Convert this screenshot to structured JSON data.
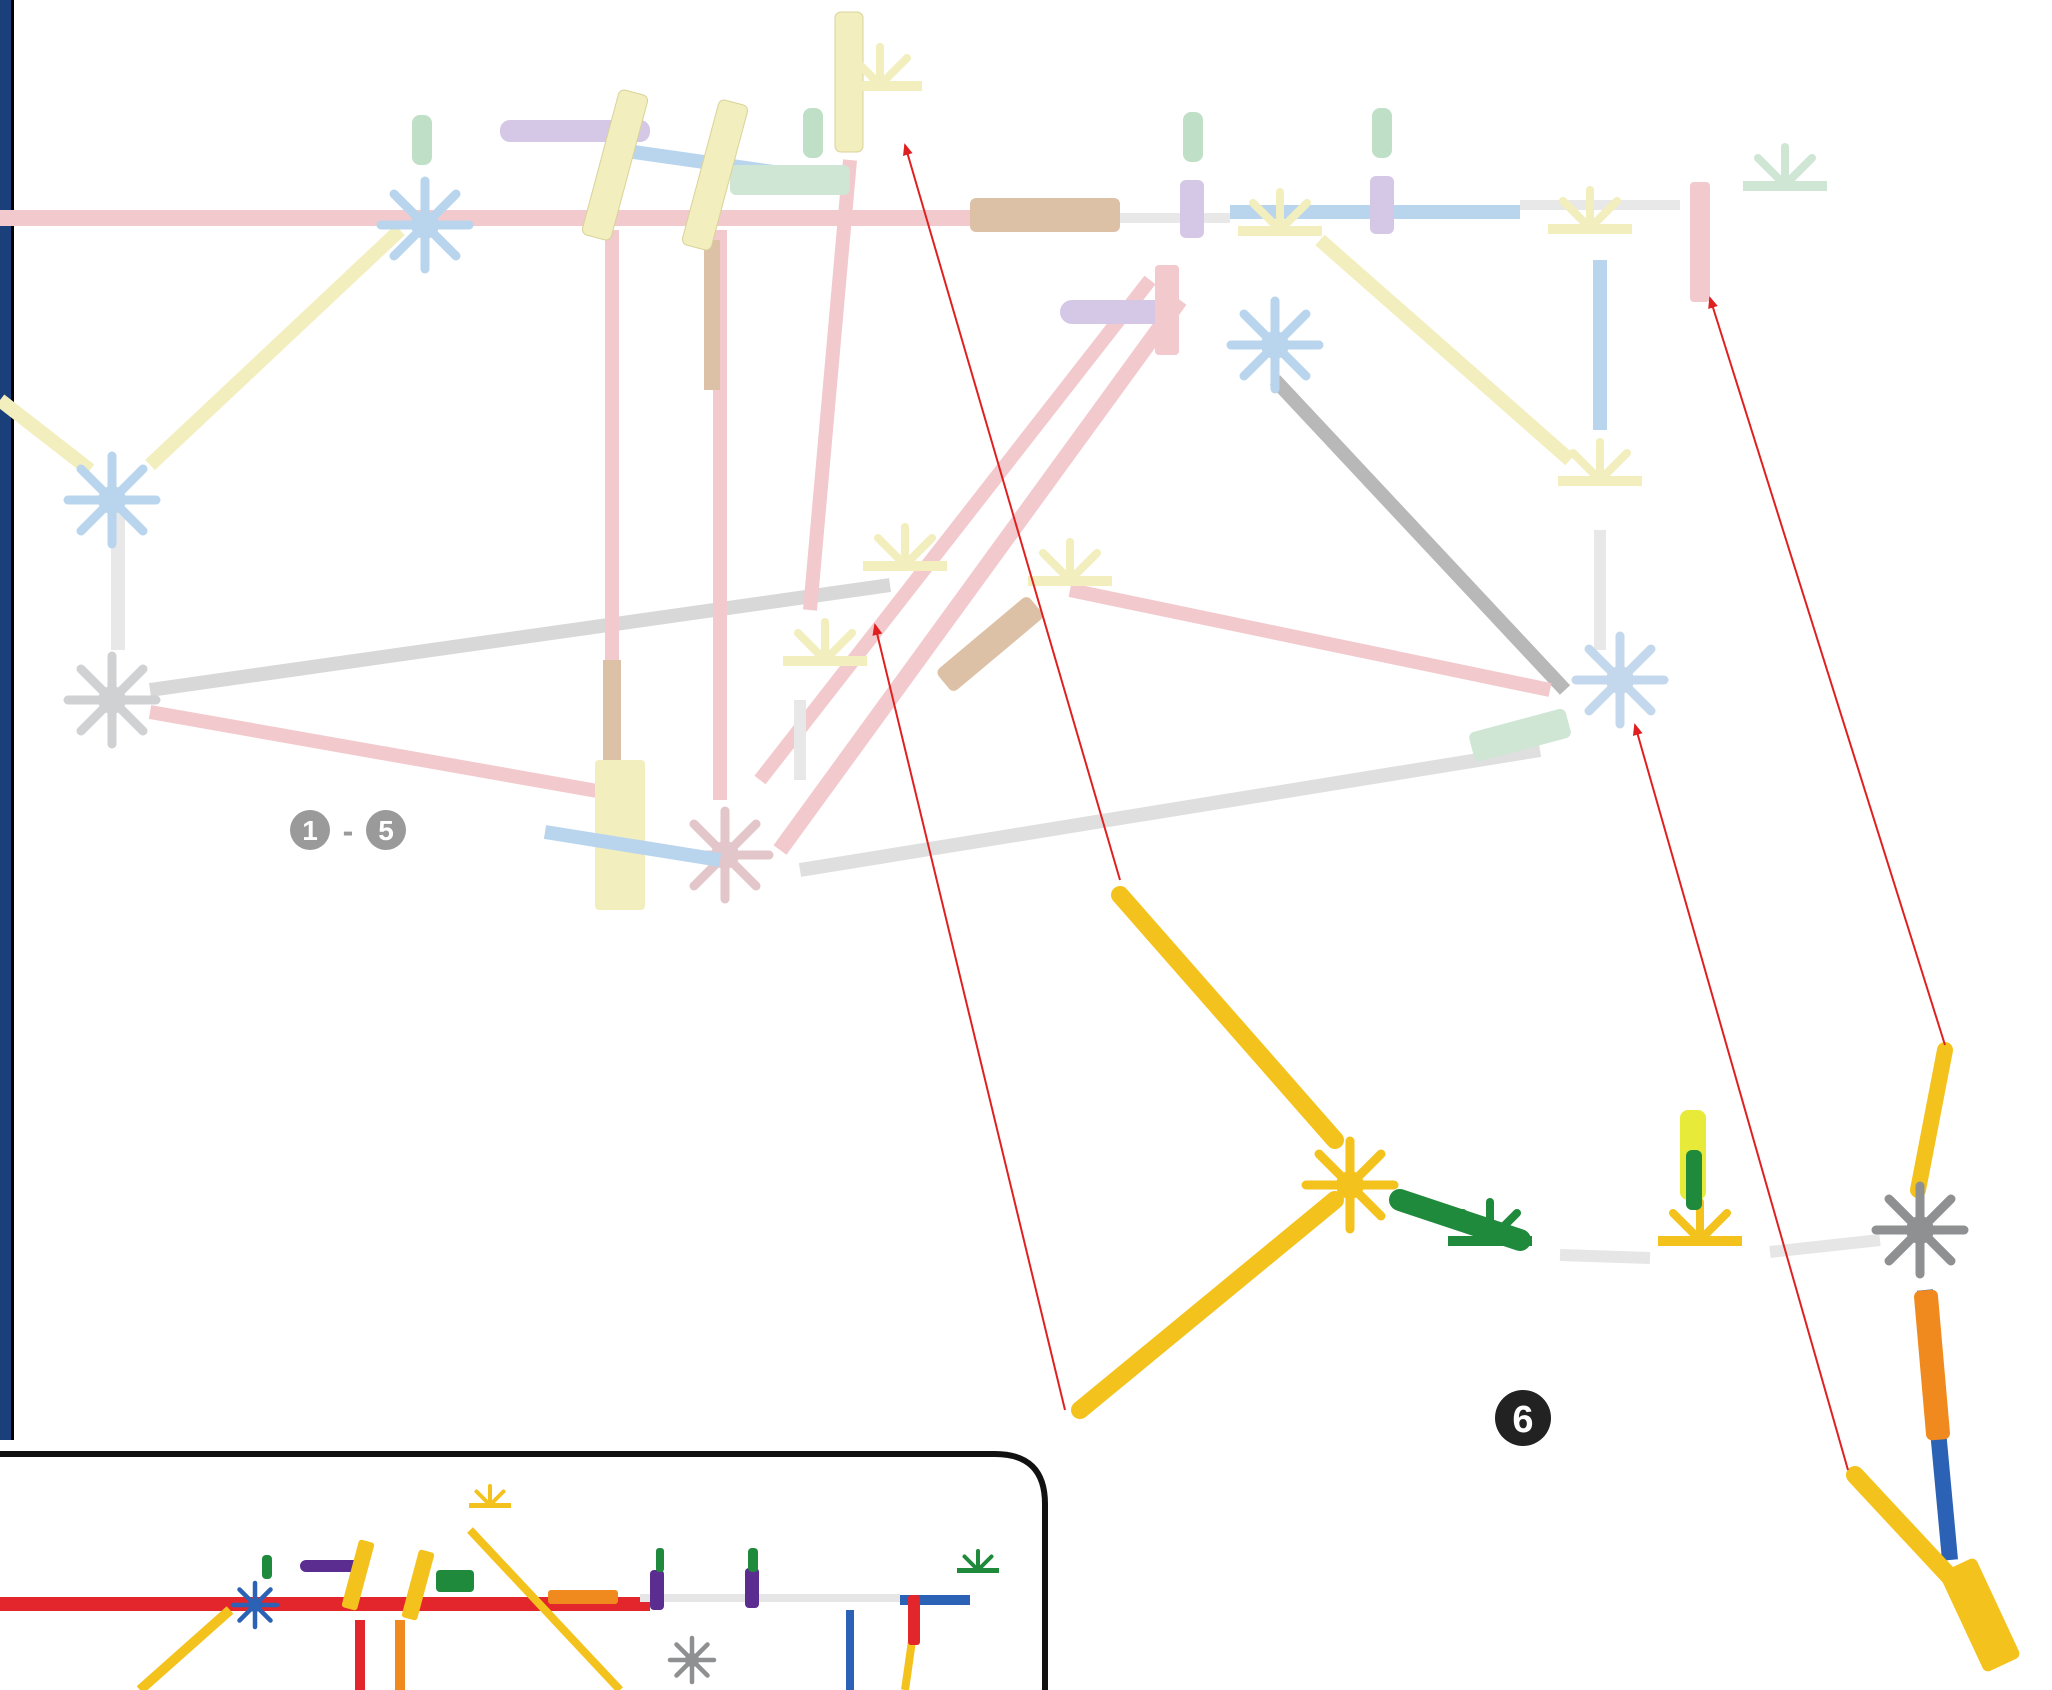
{
  "steps": {
    "previous_range_start": "1",
    "range_separator": "-",
    "previous_range_end": "5",
    "current_step": "6"
  },
  "colors": {
    "pink": "#f2c9cd",
    "pale_yellow": "#f2eebd",
    "pale_blue": "#b9d5ee",
    "pale_grey": "#c9cacc",
    "pale_green": "#cfe6d5",
    "pale_tan": "#dcc1a6",
    "pale_purple": "#d5c7e6",
    "yellow": "#f4c21c",
    "green": "#1f8a3b",
    "grey": "#8e9091",
    "orange": "#f08a1e",
    "blue": "#2b62b6",
    "red": "#e2262b",
    "purple": "#5b2d91",
    "arrow_red": "#e02020",
    "badge": "#222222",
    "frame_blue": "#1a3f7a"
  },
  "icons": [
    "connector-hub-icon",
    "rod-icon",
    "insertion-arrow-icon"
  ]
}
